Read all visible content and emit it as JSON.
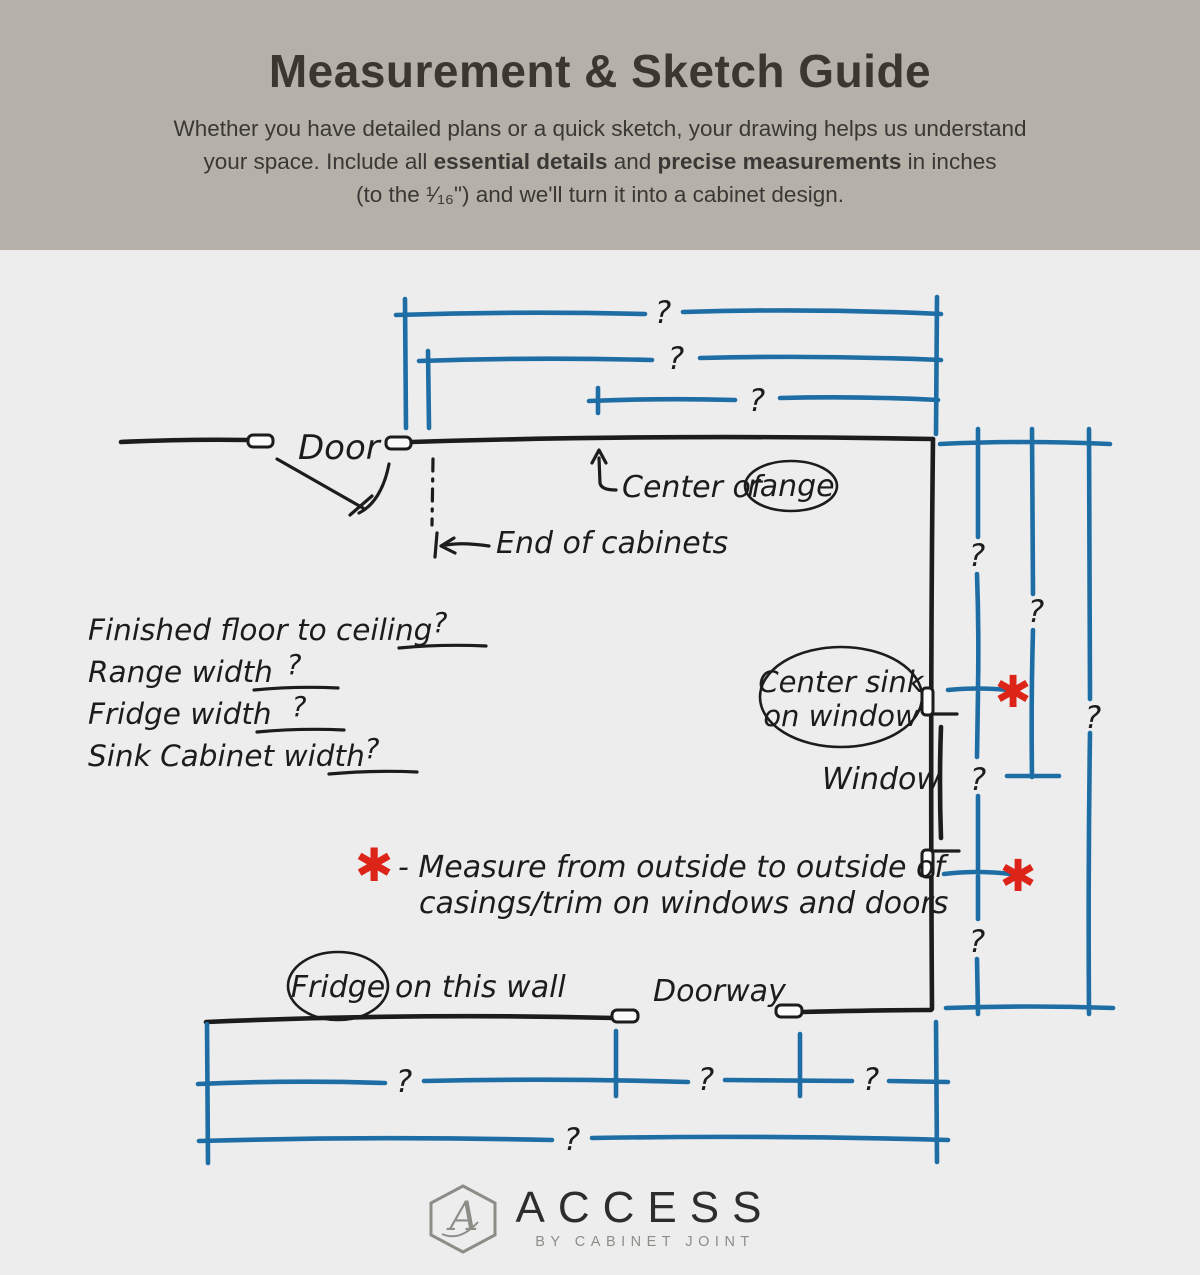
{
  "header": {
    "title": "Measurement & Sketch Guide",
    "sub": {
      "l1": "Whether you have detailed plans or a quick sketch, your drawing helps us understand",
      "l2a": "your space. Include all ",
      "l2b": "essential details",
      "l2c": " and ",
      "l2d": "precise measurements",
      "l2e": " in inches",
      "l3": "(to the ¹⁄₁₆\") and we'll turn it into a cabinet design."
    }
  },
  "diagram": {
    "q": "?",
    "asterisk": "✱",
    "door_label": "Door",
    "end_of_cabinets_label": "End of cabinets",
    "center_of_label": "Center of",
    "range_label": "range",
    "fields": [
      {
        "label": "Finished floor to ceiling",
        "value": "?"
      },
      {
        "label": "Range width",
        "value": "?"
      },
      {
        "label": "Fridge width",
        "value": "?"
      },
      {
        "label": "Sink Cabinet width",
        "value": "?"
      }
    ],
    "center_sink_l1": "Center sink",
    "center_sink_l2": "on window",
    "window_label": "Window",
    "note_l1": "- Measure from outside to outside of",
    "note_l2": "casings/trim on windows and doors",
    "fridge_label": "Fridge",
    "fridge_rest_label": "on this wall",
    "doorway_label": "Doorway"
  },
  "colors": {
    "dimension_blue": "#1e6da4",
    "asterisk_red": "#dd2418",
    "wall_black": "#1c1c1c",
    "header_bg": "#b5b1a9"
  },
  "footer": {
    "brand": "ACCESS",
    "tagline": "BY CABINET JOINT"
  }
}
